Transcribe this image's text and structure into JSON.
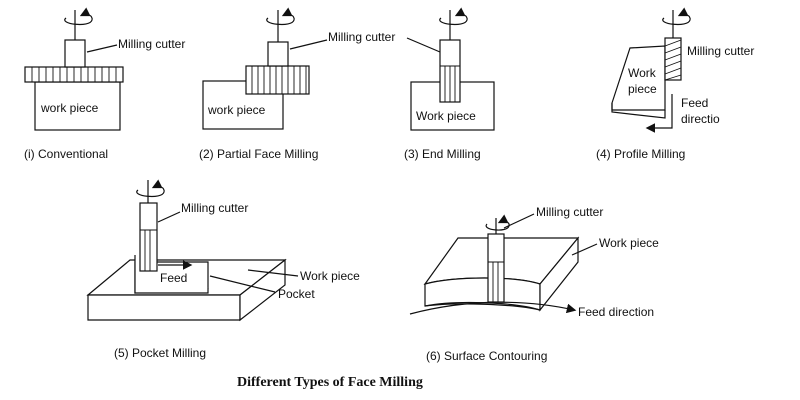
{
  "title": "Different Types of Face Milling",
  "panels": [
    {
      "caption": "(i) Conventional",
      "cutter_label": "Milling cutter",
      "work_label": "work piece"
    },
    {
      "caption": "(2) Partial Face Milling",
      "cutter_label": "Milling cutter",
      "work_label": "work piece"
    },
    {
      "caption": "(3) End Milling",
      "work_label": "Work piece"
    },
    {
      "caption": "(4) Profile Milling",
      "cutter_label": "Milling cutter",
      "work_label_1": "Work",
      "work_label_2": "piece",
      "feed_label_1": "Feed",
      "feed_label_2": "directio"
    },
    {
      "caption": "(5) Pocket Milling",
      "cutter_label": "Milling cutter",
      "feed_label": "Feed",
      "work_label": "Work piece",
      "pocket_label": "Pocket"
    },
    {
      "caption": "(6) Surface Contouring",
      "cutter_label": "Milling cutter",
      "work_label": "Work piece",
      "feed_label": "Feed direction"
    }
  ]
}
